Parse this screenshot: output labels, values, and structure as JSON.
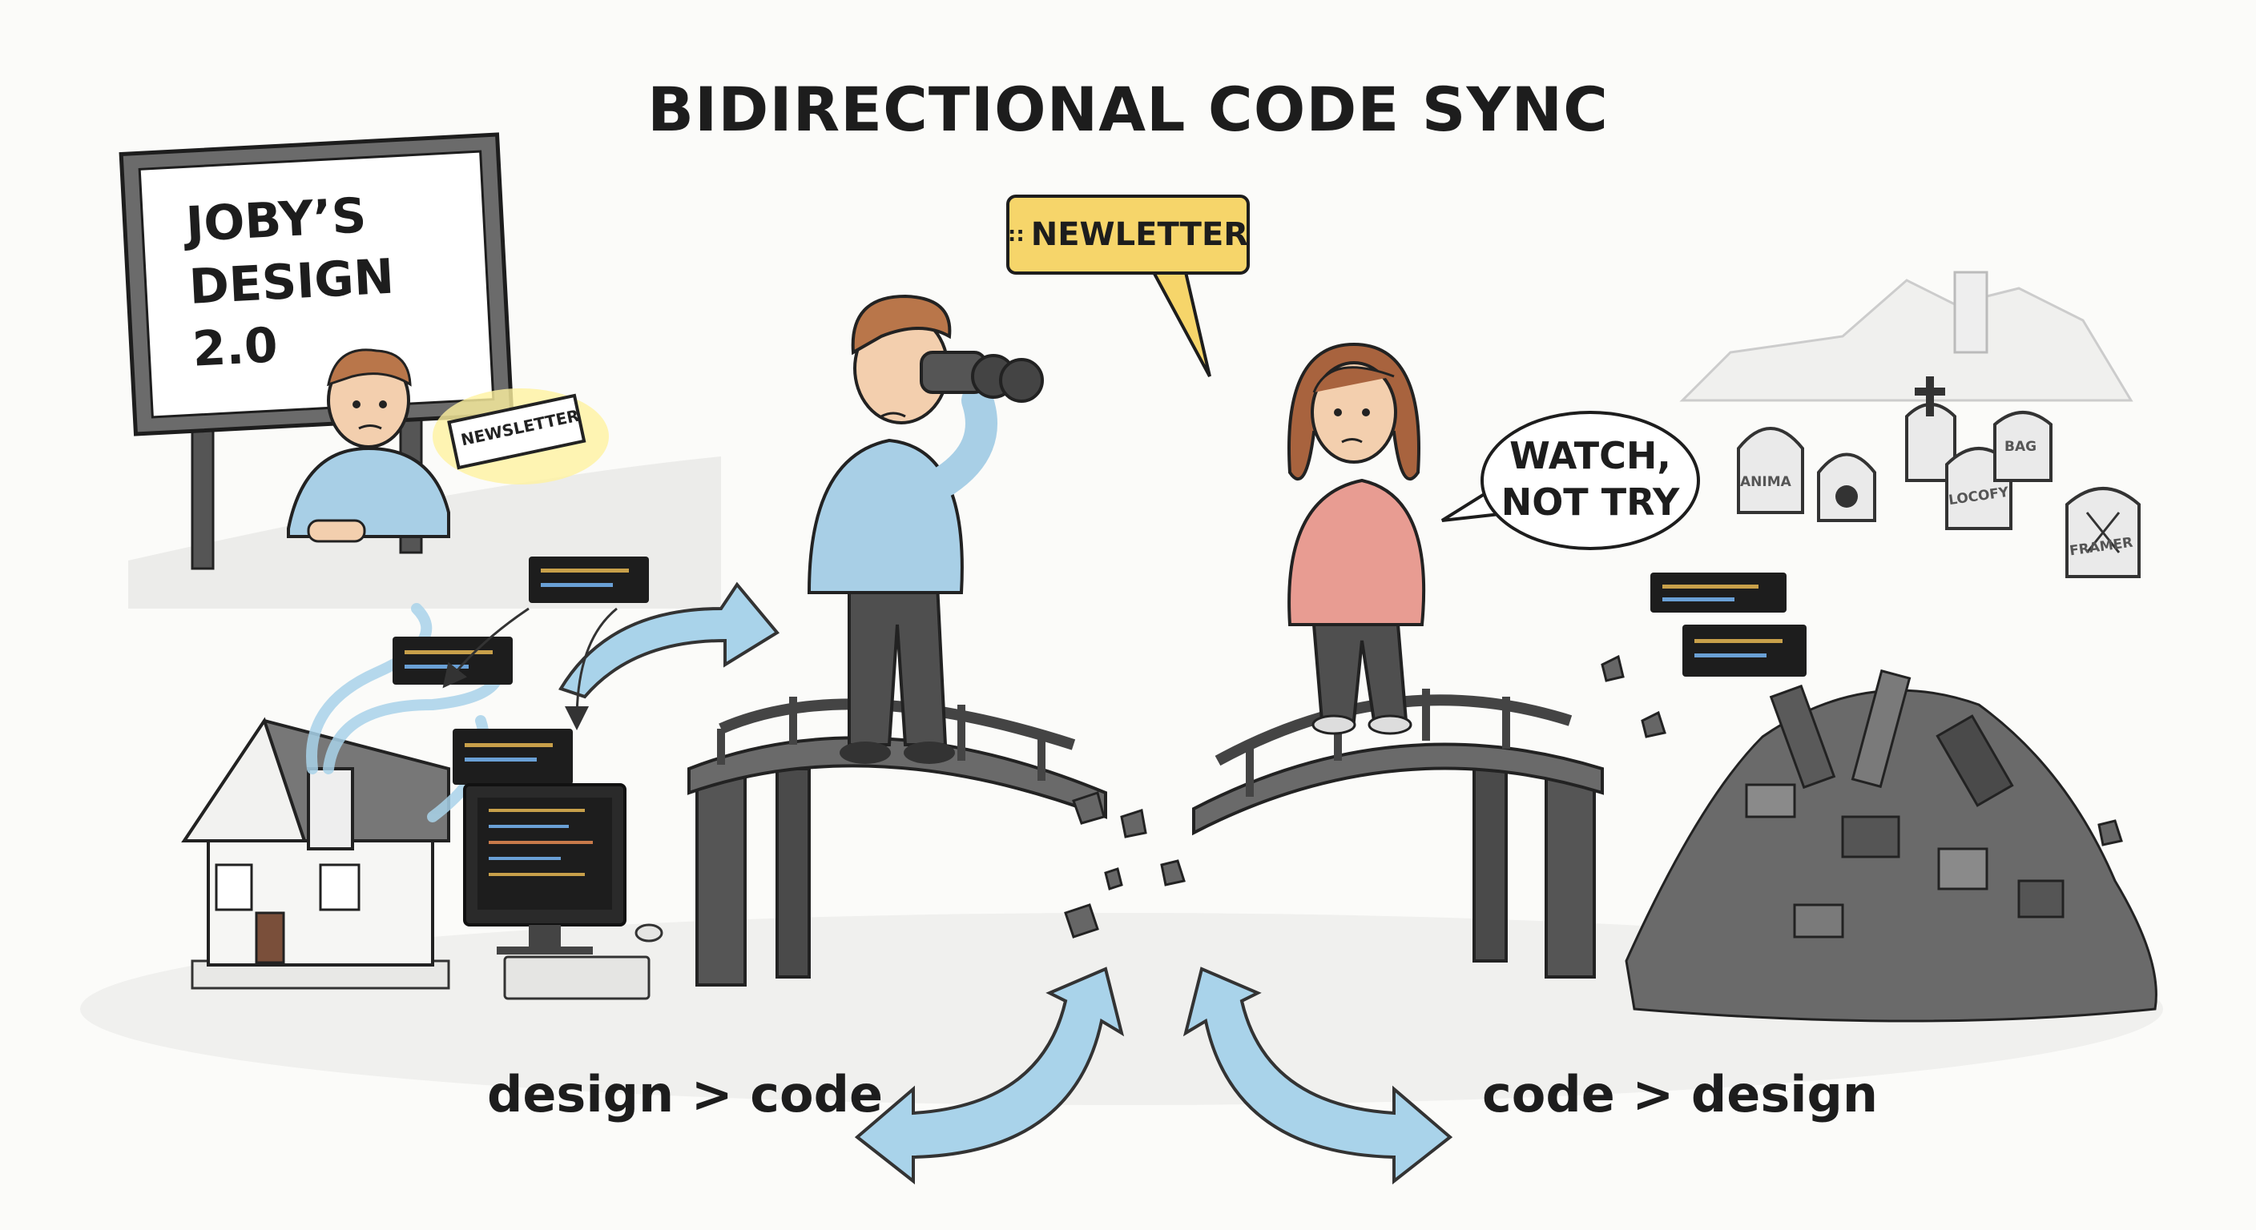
{
  "title": "BIDIRECTIONAL CODE SYNC",
  "billboard": {
    "line1": "JOBY’S",
    "line2": "DESIGN 2.0"
  },
  "newsletter_card": "NEWSLETTER",
  "yellow_bubble": {
    "dots": "::",
    "text": "NEWLETTER"
  },
  "speech_bubble": {
    "line1": "WATCH,",
    "line2": "NOT TRY"
  },
  "tombstones": [
    "ANIMA",
    "BAG",
    "LOCOFY",
    "FRAMER"
  ],
  "captions": {
    "left": "design > code",
    "right": "code > design"
  },
  "colors": {
    "accent_blue": "#a9d3ea",
    "bubble_yellow": "#f6d56a",
    "shirt_blue": "#a8cfe6",
    "shirt_pink": "#e89c92",
    "ink": "#1d1d1d"
  }
}
